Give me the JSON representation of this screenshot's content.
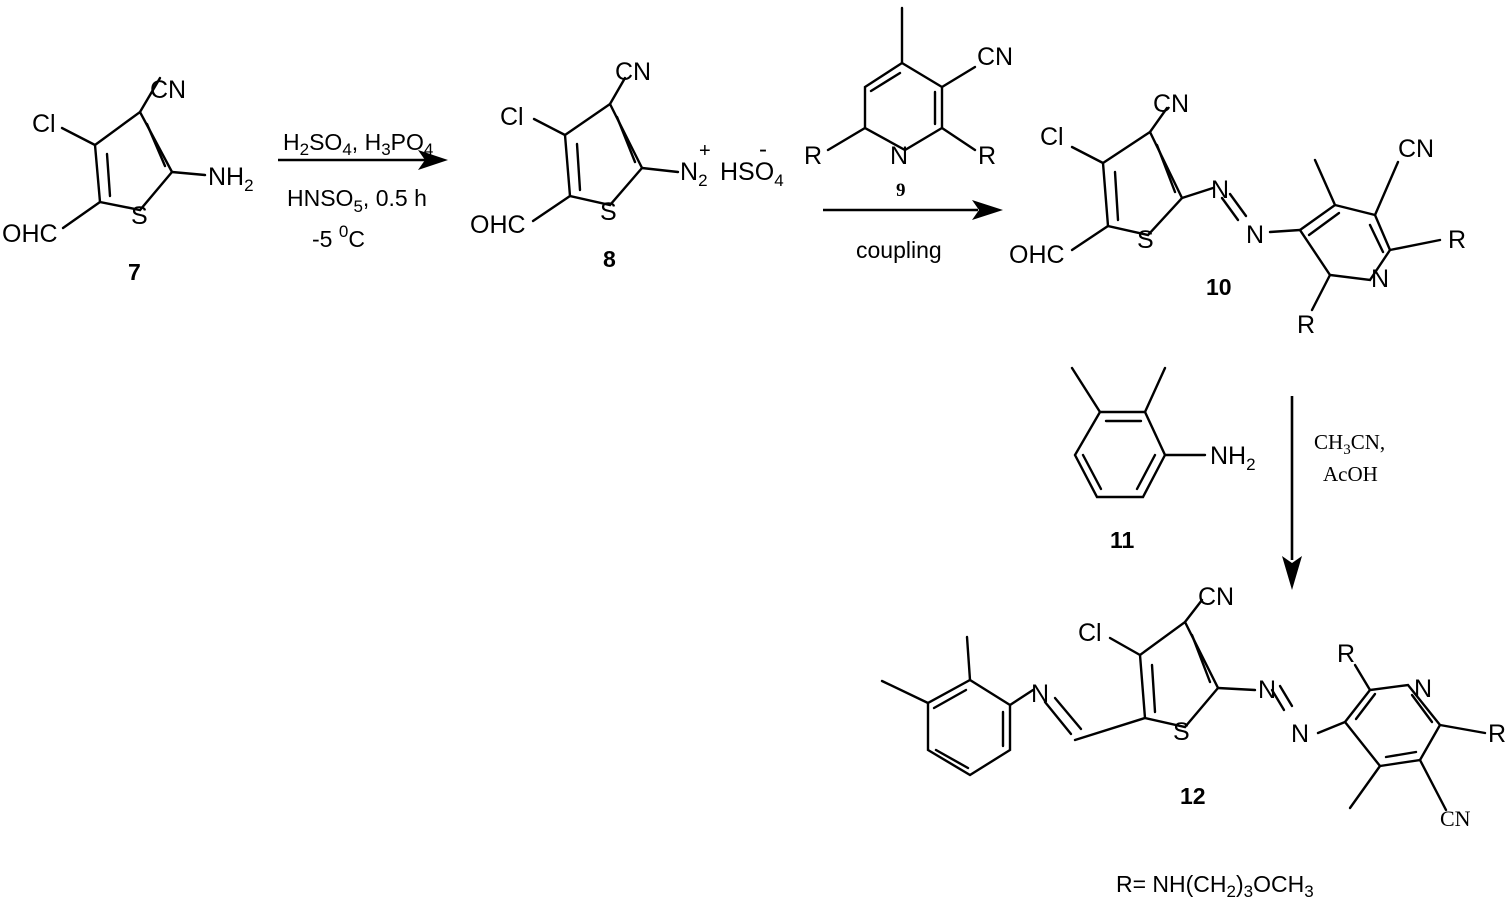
{
  "compounds": {
    "c7": {
      "number": "7",
      "labels": {
        "cl": "Cl",
        "cn": "CN",
        "nh2": "NH",
        "nh2_sub": "2",
        "s": "S",
        "ohc": "OHC"
      }
    },
    "c8": {
      "number": "8",
      "labels": {
        "cl": "Cl",
        "cn": "CN",
        "n2": "N",
        "n2_sub": "2",
        "plus": "+",
        "hso4": "HSO",
        "hso4_sub": "4",
        "minus": "-",
        "s": "S",
        "ohc": "OHC"
      }
    },
    "c9": {
      "number": "9",
      "labels": {
        "cn": "CN",
        "n": "N",
        "r_left": "R",
        "r_right": "R"
      }
    },
    "c10": {
      "number": "10",
      "labels": {
        "cl": "Cl",
        "cn_thio": "CN",
        "n_azo1": "N",
        "n_azo2": "N",
        "s": "S",
        "ohc": "OHC",
        "cn_pyr": "CN",
        "n_pyr": "N",
        "r_right": "R",
        "r_bottom": "R"
      }
    },
    "c11": {
      "number": "11",
      "labels": {
        "nh2": "NH",
        "nh2_sub": "2"
      }
    },
    "c12": {
      "number": "12",
      "labels": {
        "cl": "Cl",
        "cn_thio": "CN",
        "n_imine": "N",
        "s": "S",
        "n_azo1": "N",
        "n_azo2": "N",
        "r_top": "R",
        "n_pyr": "N",
        "r_right": "R",
        "cn_pyr": "CN"
      }
    }
  },
  "conditions": {
    "step1": {
      "line1": {
        "a": "H",
        "a_sub": "2",
        "b": "SO",
        "b_sub": "4",
        "c": ", H",
        "c_sub": "3",
        "d": "PO",
        "d_sub": "4"
      },
      "line2": {
        "a": "HNSO",
        "a_sub": "5",
        "b": ", 0.5 h"
      },
      "line3": {
        "a": "-5 ",
        "a_sup": "0",
        "b": "C"
      }
    },
    "step2": {
      "reagent": "9",
      "label": "coupling"
    },
    "step3": {
      "line1": {
        "a": "CH",
        "a_sub": "3",
        "b": "CN,"
      },
      "line2": "AcOH"
    }
  },
  "footnote": {
    "a": "R= NH(CH",
    "a_sub": "2",
    "b": ")",
    "b_sub": "3",
    "c": "OCH",
    "c_sub": "3"
  }
}
